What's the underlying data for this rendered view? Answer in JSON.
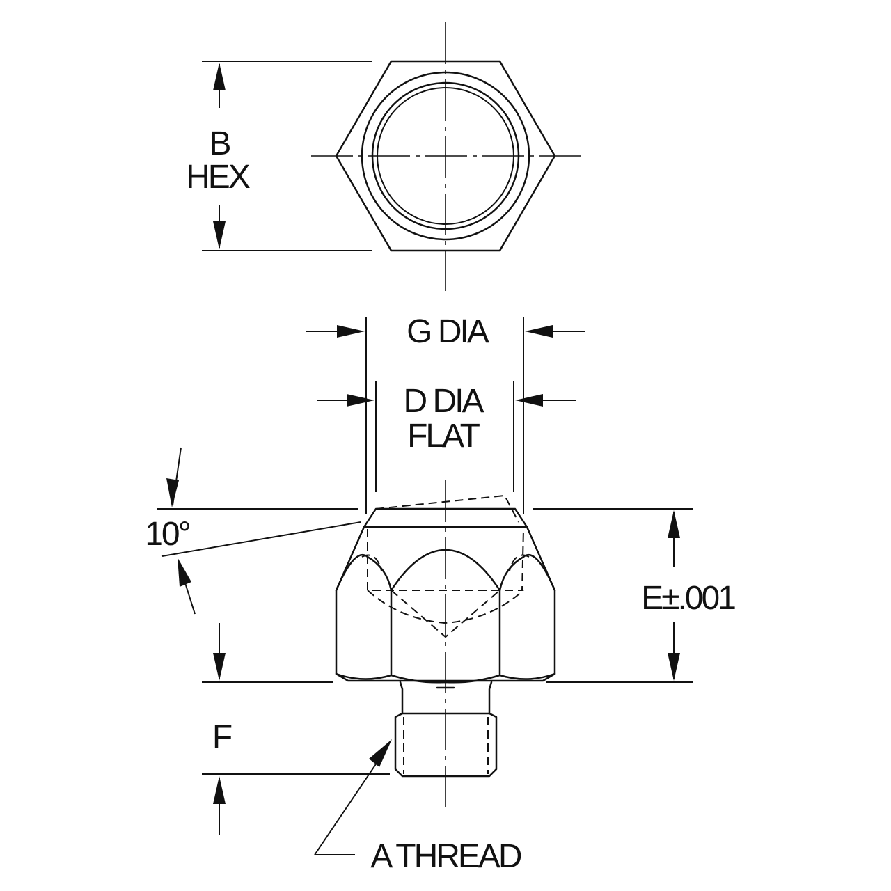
{
  "labels": {
    "b_line1": "B",
    "b_line2": "HEX",
    "g_dia": "G DIA",
    "d_dia_line1": "D DIA",
    "d_dia_line2": "FLAT",
    "angle": "10°",
    "e_tol": "E±.001",
    "f": "F",
    "a_thread": "A THREAD"
  }
}
